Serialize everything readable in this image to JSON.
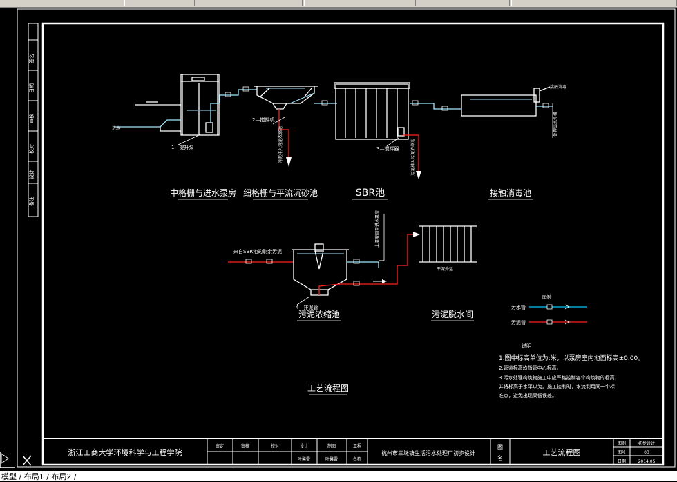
{
  "units": {
    "u1": "中格栅与进水泵房",
    "u2": "细格栅与平流沉砂池",
    "u3": "SBR池",
    "u4": "接触消毒池",
    "u5": "污泥浓缩池",
    "u6": "污泥脱水间"
  },
  "diagram_title": "工艺流程图",
  "tags": {
    "t1": "1—提升泵",
    "t2": "2—搅拌机",
    "t3": "3—搅拌器",
    "t4": "4—排泥管",
    "inlet": "进水",
    "sbr_sludge": "来自SBR池的剩余污泥",
    "v1": "污泥排入污泥浓缩池",
    "v2": "污泥排入污泥浓缩池",
    "v3": "处理出水外排",
    "v4": "上清液回至进水泵房",
    "dewater": "干泥外运",
    "disinfect": "接触消毒"
  },
  "legend": {
    "title": "图例",
    "water_pipe": "污水管",
    "sludge_pipe": "污泥管",
    "water_color": "#00c8ff",
    "sludge_color": "#ff2020"
  },
  "notes": {
    "title": "说明",
    "lines": [
      "1.图中标高单位为:米，以泵房室内地面标高±0.00。",
      "2.管道标高均指管中心标高。",
      "3.污水处理构筑物施工中应严格控制各个构筑物的标高，",
      "并将标高于水平以为。施工控制时，水流利用同一个标",
      "准点，避免出现高低误差。"
    ]
  },
  "left_strip": [
    "签名",
    "日期",
    "审核",
    "校对",
    "设计",
    "备注"
  ],
  "title_block": {
    "school": "浙江工商大学环境科学与工程学院",
    "cells": {
      "sh": "审定",
      "jh": "审核",
      "jd": "校对",
      "sj": "设计",
      "zt": "制图",
      "name1": "叶馨雷",
      "name2": "叶馨雷",
      "gc": "工程",
      "mc": "名称"
    },
    "project": "杭州市三墩镇生活污水处理厂初步设计",
    "tu": "图",
    "ming": "名",
    "drawing_name": "工艺流程图",
    "right": {
      "l1": "图别",
      "v1": "初步设计",
      "l2": "图号",
      "v2": "03",
      "l3": "日期",
      "v3": "2014.05"
    }
  },
  "statusbar": "模型 / 布局1 / 布局2 /"
}
